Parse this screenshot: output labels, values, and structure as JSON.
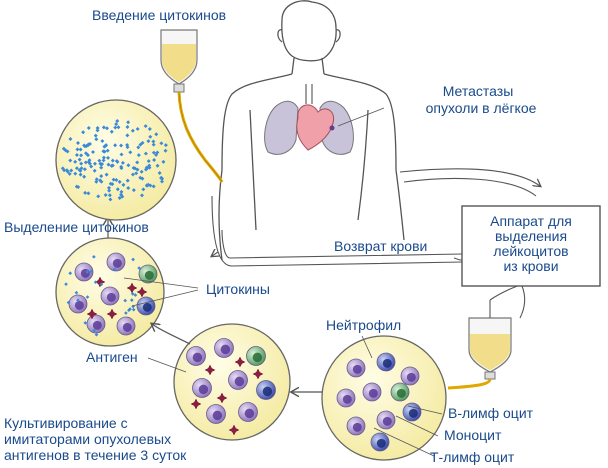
{
  "labels": {
    "cytokine_injection": "Введение цитокинов",
    "metastases_line1": "Метастазы",
    "metastases_line2": "опухоли в лёгкое",
    "blood_return": "Возврат крови",
    "apparatus_line1": "Аппарат для",
    "apparatus_line2": "выделения",
    "apparatus_line3": "лейкоцитов",
    "apparatus_line4": "из крови",
    "cytokine_release": "Выделение цитокинов",
    "cytokines": "Цитокины",
    "antigen": "Антиген",
    "neutrophil": "Нейтрофил",
    "b_lymphocyte": "В-лимф оцит",
    "monocyte": "Моноцит",
    "t_lymphocyte": "Т-лимф оцит",
    "cultivation_line1": "Культивирование с",
    "cultivation_line2": "имитаторами опухолевых",
    "cultivation_line3": "антигенов в течение 3 суток"
  },
  "colors": {
    "label_text": "#1a4a8c",
    "iv_fluid": "#f2dd8a",
    "iv_tube": "#e0a800",
    "lung": "#c9c3d9",
    "heart": "#f0a0a8",
    "dish_fill": "#fdf8c8",
    "cell_purple": "#8a72b8",
    "cell_blue": "#3848a8",
    "cell_green": "#5aa868",
    "antigen": "#8a2040",
    "cytokine_dot": "#3a8ad8"
  }
}
